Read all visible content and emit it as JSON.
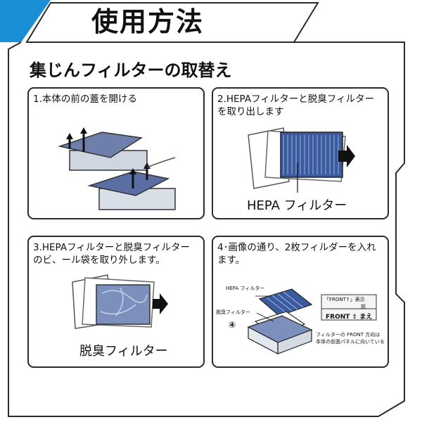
{
  "header": {
    "title": "使用方法"
  },
  "section": {
    "title": "集じんフィルターの取替え"
  },
  "steps": [
    {
      "text": "1.本体の前の蓋を開ける"
    },
    {
      "text": "2.HEPAフィルターと脱臭フィルターを取り出します",
      "label": "HEPA フィルター"
    },
    {
      "text": "3.HEPAフィルターと脱臭フィルターのビ、ール袋を取り外します。",
      "label": "脱臭フィルター"
    },
    {
      "text": "4･画像の通り、2枚フィルダーを入れます。",
      "diagram": {
        "hepa_label": "HEPA フィルター",
        "deodor_label": "脱臭フィルター",
        "step_mark": "④",
        "front_label_1": "「FRONT↑」表示",
        "front_mae_small": "前",
        "front_label_2": "FRONT ⇧ まえ",
        "note_line_1": "フィルターの FRONT 方向は",
        "note_line_2": "本体の前面パネルに向いている"
      }
    }
  ],
  "colors": {
    "accent_blue": "#1a8fd6",
    "frame": "#2b2b2b",
    "filter_blue": "#3a5ba0"
  }
}
